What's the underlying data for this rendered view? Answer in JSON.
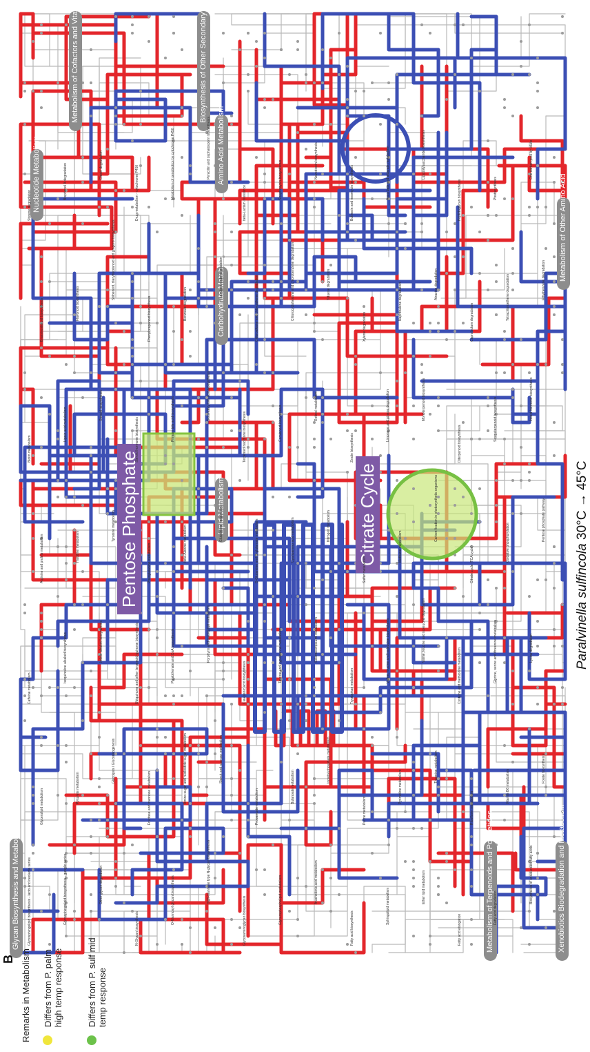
{
  "panel_letter": "B",
  "caption": {
    "species": "Paralvinella sulfincola",
    "temps": "30°C → 45°C"
  },
  "legend": {
    "title": "Remarks in Metabolism",
    "items": [
      {
        "color": "#f0e63c",
        "label": "Differs from P. palm high temp response"
      },
      {
        "color": "#6cc24a",
        "label": "Differs from P. sulf mid temp response"
      }
    ]
  },
  "callouts": [
    {
      "label": "Pentose Phosphate",
      "color": "#7e5aa6"
    },
    {
      "label": "Citrate Cycle",
      "color": "#7e5aa6"
    }
  ],
  "categories": [
    "Glycan Biosynthesis and Metabolism",
    "Lipid Metabolism",
    "Carbohydrate Metabolism",
    "Amino Acid Metabolism",
    "Nucleotide Metabolism",
    "Metabolism of Cofactors and Vitamins",
    "Biosynthesis of Other Secondary Metabolites",
    "Metabolism of Other Amino Acid",
    "Metabolism of Terpenoids and Polyketides",
    "Xenobiotics Biodegradation and Metabolism"
  ],
  "pathway_labels": [
    "Glycosphingolipid biosynthesis - lacto and neolacto series",
    "Glycosphingolipid biosynthesis - ganglio series",
    "Other glycan degradation",
    "N-Glycan biosynthesis",
    "O-Mannosyl glycan biosynthesis",
    "High-mannose type N-glycan biosynthesis",
    "Glycosaminoglycan biosynthesis",
    "Glycerophospholipid metabolism",
    "Arachidonic acid metabolism",
    "Fatty acid biosynthesis",
    "Sphingolipid metabolism",
    "Ether lipid metabolism",
    "Fatty acid elongation",
    "Fatty acid degradation",
    "Biosynthesis of unsaturated fatty acids",
    "Glycerolipid metabolism",
    "Pyruvate metabolism",
    "Glycolysis / Gluconeogenesis",
    "Fructose and mannose metabolism",
    "Amino sugar and nucleotide sugar metabolism",
    "Starch and sucrose metabolism",
    "Propanoate metabolism",
    "Butanoate metabolism",
    "Inositol phosphate metabolism",
    "Purine metabolism",
    "Pyrimidine metabolism",
    "Thiamine metabolism",
    "Riboflavin metabolism",
    "Vitamin B6 metabolism",
    "Folate biosynthesis",
    "Caffeine metabolism",
    "Isoquinoline alkaloid biosynthesis",
    "Indole alkaloid biosynthesis",
    "Ubiquinone and other terpenoid-quinone biosynthesis",
    "Pantothenate and CoA biosynthesis",
    "Porphyrin and chlorophyll metabolism",
    "Clavulanic acid biosynthesis",
    "Taurine and hypotaurine metabolism",
    "Selenocompound metabolism",
    "Tryptophan metabolism",
    "Valine, leucine and isoleucine biosynthesis",
    "Valine, leucine and isoleucine degradation",
    "Cysteine and methionine metabolism",
    "Glycine, serine and threonine metabolism",
    "Lysine degradation",
    "Arginine and proline metabolism",
    "Histidine metabolism",
    "Tyrosine metabolism",
    "Phenylalanine metabolism",
    "beta-Alanine metabolism",
    "Glutathione metabolism",
    "D-Glutamine and D-glutamate metabolism",
    "Cyanoamino acid metabolism",
    "Nitrogen metabolism",
    "Sulfur metabolism",
    "Methane metabolism",
    "Carbon fixation in photosynthetic organisms",
    "Citrate cycle (TCA cycle)",
    "Oxidative phosphorylation",
    "Pentose phosphate pathway",
    "Biotin metabolism",
    "Lipoic acid metabolism",
    "Steroid biosynthesis",
    "Steroid hormone biosynthesis",
    "Primary bile acid biosynthesis",
    "Secondary bile acid biosynthesis",
    "Terpenoid backbone biosynthesis",
    "Carotenoid biosynthesis",
    "Retinol metabolism",
    "Zeatin biosynthesis",
    "Limonene and pinene degradation",
    "Monoterpenoid biosynthesis",
    "Diterpenoid biosynthesis",
    "Sesquiterpenoid biosynthesis",
    "Insect hormone biosynthesis",
    "Brassinosteroid biosynthesis",
    "Flavonoid biosynthesis",
    "Stilbenoid, diarylheptanoid and gingerol biosynthesis",
    "Phenylpropanoid biosynthesis",
    "Benzoate degradation",
    "Fluorobenzoate degradation",
    "Chloroalkane and chloroalkene degradation",
    "Chlorocyclohexane and chlorobenzene degradation",
    "Toluene degradation",
    "Xylene degradation",
    "Naphthalene degradation",
    "Atrazine degradation",
    "Caprolactam degradation",
    "Tetrachloroethene degradation",
    "Ethylbenzene degradation",
    "Styrene degradation",
    "Bisphenol A degradation",
    "Dioxin degradation",
    "Drug metabolism - cytochrome P450",
    "Metabolism of xenobiotics by cytochrome P450",
    "Penicillin and cephalosporin biosynthesis",
    "beta-Lactam resistance",
    "Streptomycin biosynthesis",
    "Novobiocin biosynthesis",
    "Butirosin and neomycin biosynthesis",
    "Ascorbate and aldarate metabolism",
    "Lipopolysaccharide biosynthesis",
    "Peptidoglycan biosynthesis",
    "Photosynthesis",
    "One carbon pool by folate"
  ]
}
